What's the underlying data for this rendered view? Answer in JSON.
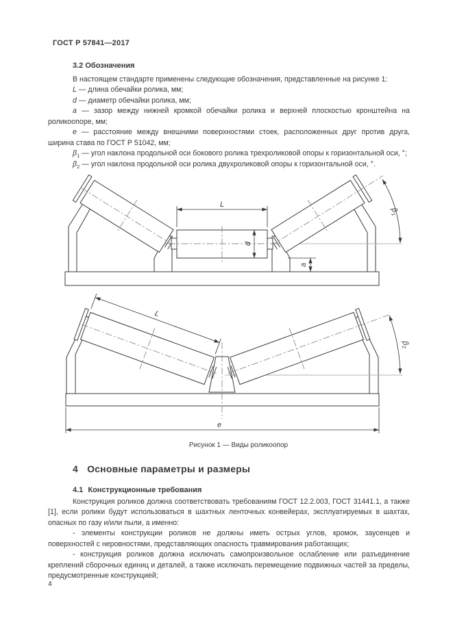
{
  "page": {
    "header": "ГОСТ Р 57841—2017",
    "number": "4"
  },
  "section_3_2": {
    "number": "3.2",
    "title": "Обозначения",
    "intro": "В настоящем стандарте применены следующие обозначения, представленные на рисунке 1:",
    "items": [
      {
        "symbol": "L",
        "sub": "",
        "definition": "— длина обечайки ролика, мм;"
      },
      {
        "symbol": "d",
        "sub": "",
        "definition": "— диаметр обечайки ролика, мм;"
      },
      {
        "symbol": "a",
        "sub": "",
        "definition": "— зазор между нижней кромкой обечайки ролика и верхней плоскостью кронштейна на роликоопоре, мм;"
      },
      {
        "symbol": "е",
        "sub": "",
        "definition": "— расстояние между внешними поверхностями стоек, расположенных друг против друга, ширина става по ГОСТ Р 51042, мм;"
      },
      {
        "symbol": "β",
        "sub": "1",
        "definition": "— угол наклона продольной оси бокового ролика трехроликовой опоры к горизонтальной оси, °;"
      },
      {
        "symbol": "β",
        "sub": "2",
        "definition": "— угол наклона продольной оси ролика двухроликовой опоры к горизонтальной оси, °."
      }
    ]
  },
  "figure": {
    "caption": "Рисунок 1 — Виды роликоопор",
    "labels": {
      "length": "L",
      "diameter": "d",
      "gap": "a",
      "width": "е",
      "beta": "β",
      "beta1_sub": "1",
      "beta2_sub": "2"
    }
  },
  "section_4": {
    "number": "4",
    "title": "Основные параметры и размеры",
    "sub_4_1": {
      "number": "4.1",
      "title": "Конструкционные требования",
      "paragraphs": [
        "Конструкция роликов должна соответствовать требованиям ГОСТ 12.2.003, ГОСТ 31441.1, а также [1], если ролики будут использоваться в шахтных ленточных конвейерах, эксплуатируемых в шахтах, опасных по газу и/или пыли, а именно:",
        "- элементы конструкции роликов не должны иметь острых углов, кромок, заусенцев и поверхностей с неровностями, представляющих опасность травмирования работающих;",
        "- конструкция роликов должна исключать самопроизвольное ослабление или разъединение креплений сборочных единиц и деталей, а также исключать перемещение подвижных частей за пределы, предусмотренные конструкцией;"
      ]
    }
  },
  "colors": {
    "text": "#373737",
    "line": "#3a3a3a",
    "centerline": "#8d8d8d",
    "background": "#ffffff"
  }
}
